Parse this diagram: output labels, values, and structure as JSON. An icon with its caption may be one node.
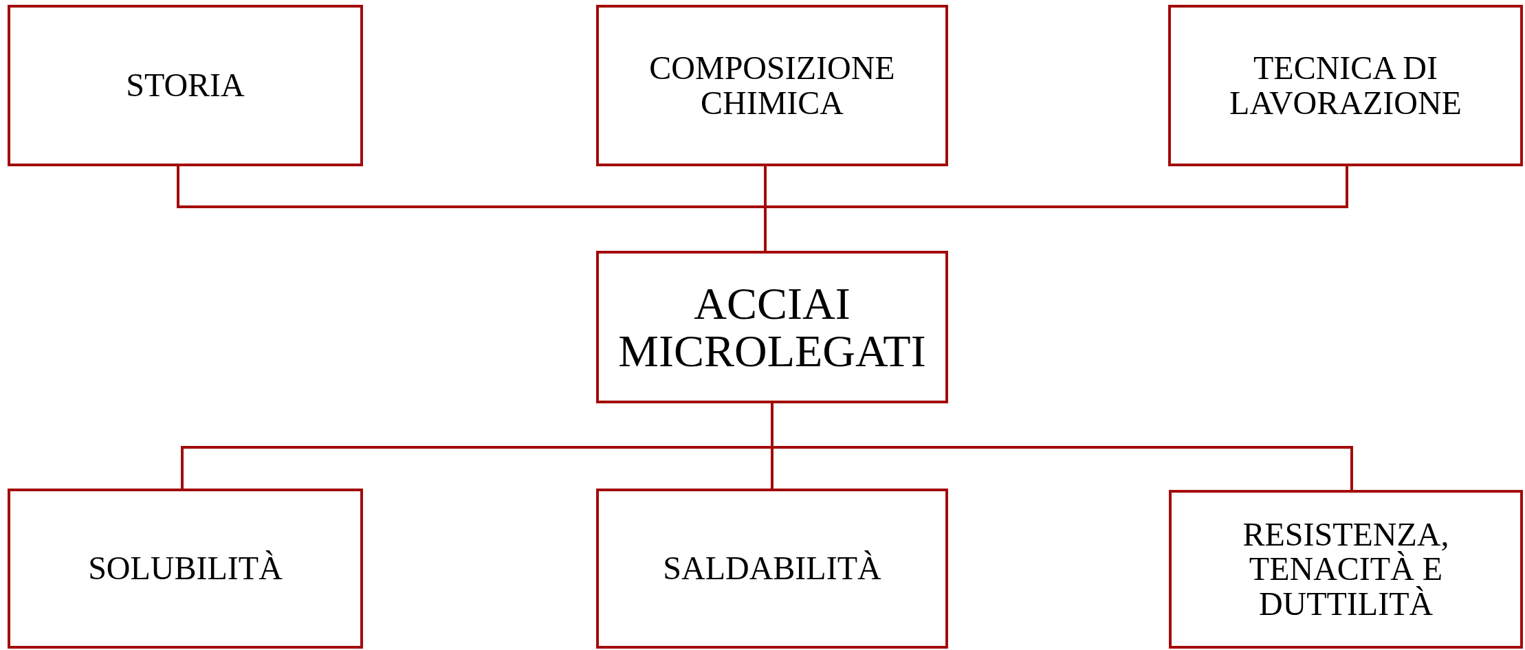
{
  "diagram": {
    "nodes": [
      {
        "text": [
          "STORIA"
        ]
      },
      {
        "text": [
          "COMPOSIZIONE CHIMICA"
        ]
      },
      {
        "text": [
          "TECNICA DI LAVORAZIONE"
        ]
      },
      {
        "text": [
          "ACCIAI MICROLEGATI"
        ]
      },
      {
        "text": [
          "SOLUBILITÀ"
        ]
      },
      {
        "text": [
          "SALDABILITÀ"
        ]
      },
      {
        "text": [
          "RESISTENZA, TENACITÀ E DUTTILITÀ"
        ]
      }
    ],
    "edges": [
      {
        "from": 0,
        "to": 3,
        "arrow": "none"
      },
      {
        "from": 1,
        "to": 3,
        "arrow": "none"
      },
      {
        "from": 2,
        "to": 3,
        "arrow": "none"
      },
      {
        "from": 3,
        "to": 4,
        "arrow": "none"
      },
      {
        "from": 3,
        "to": 5,
        "arrow": "none"
      },
      {
        "from": 3,
        "to": 6,
        "arrow": "none"
      }
    ]
  }
}
